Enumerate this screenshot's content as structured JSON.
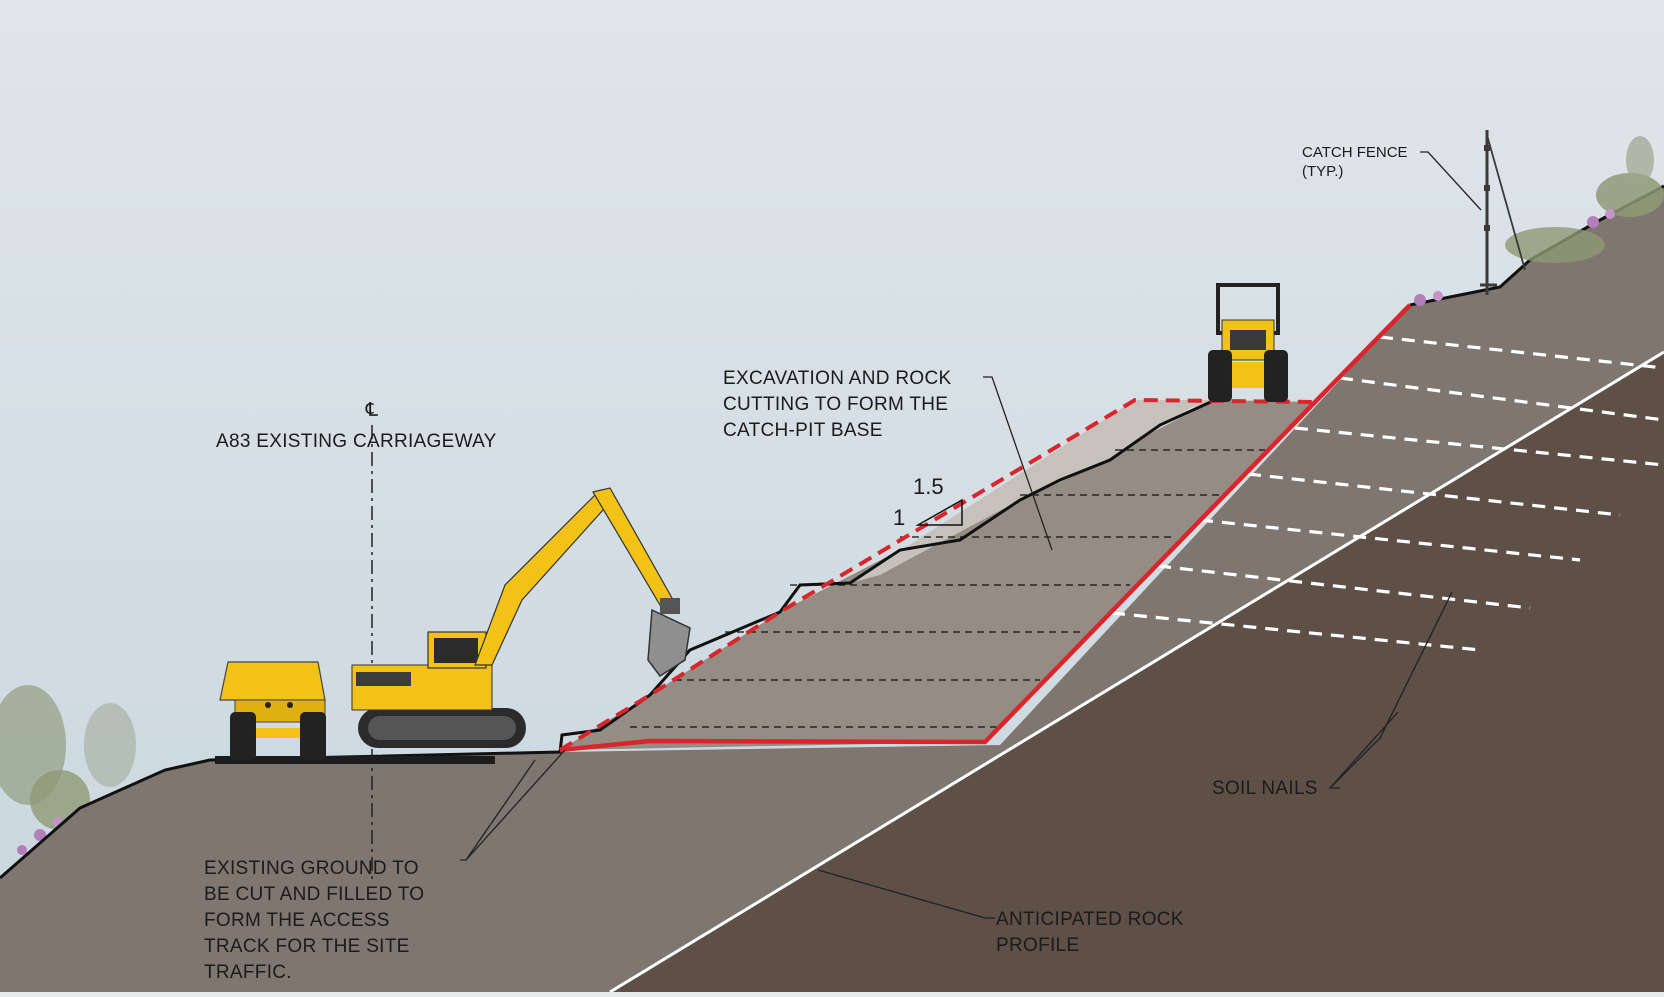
{
  "colors": {
    "sky_top": "#dfe6ea",
    "sky_bottom": "#c9d6de",
    "soil": "#7e766f",
    "rock": "#5e5047",
    "excavation": "#958d84",
    "fill_gravel": "#c6c1bb",
    "red_line": "#d9262c",
    "machine_yellow": "#f2c316",
    "nail_white": "#ffffff"
  },
  "labels": {
    "centerline_symbol": "℄",
    "carriageway": "A83 EXISTING CARRIAGEWAY",
    "excavation_line1": "EXCAVATION AND ROCK",
    "excavation_line2": "CUTTING TO FORM THE",
    "excavation_line3": "CATCH-PIT BASE",
    "slope_h": "1.5",
    "slope_v": "1",
    "catch_fence_line1": "CATCH FENCE",
    "catch_fence_line2": "(TYP.)",
    "existing_line1": "EXISTING GROUND TO",
    "existing_line2": "BE CUT AND FILLED TO",
    "existing_line3": "FORM THE ACCESS",
    "existing_line4": "TRACK FOR THE SITE",
    "existing_line5": "TRAFFIC.",
    "soil_nails": "SOIL NAILS",
    "rock_line1": "ANTICIPATED ROCK",
    "rock_line2": "PROFILE"
  }
}
